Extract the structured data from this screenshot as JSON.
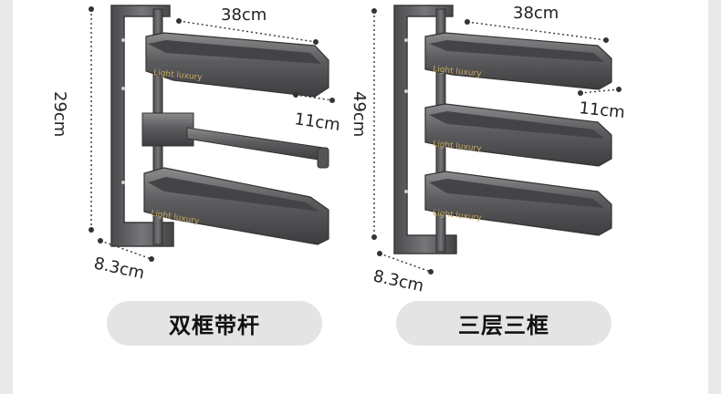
{
  "left_product": {
    "width_label": "38cm",
    "height_label": "29cm",
    "depth_label": "11cm",
    "base_label": "8.3cm",
    "brand_text": "Light luxury",
    "caption": "双框带杆"
  },
  "right_product": {
    "width_label": "38cm",
    "height_label": "49cm",
    "depth_label": "11cm",
    "base_label": "8.3cm",
    "brand_text": "Light luxury",
    "caption": "三层三框"
  },
  "colors": {
    "metal": "#5a5a5c",
    "metal_dark": "#3e3e40",
    "metal_light": "#8a8a8c",
    "brand_gold": "#c9a85f",
    "pill": "#e4e4e4"
  }
}
